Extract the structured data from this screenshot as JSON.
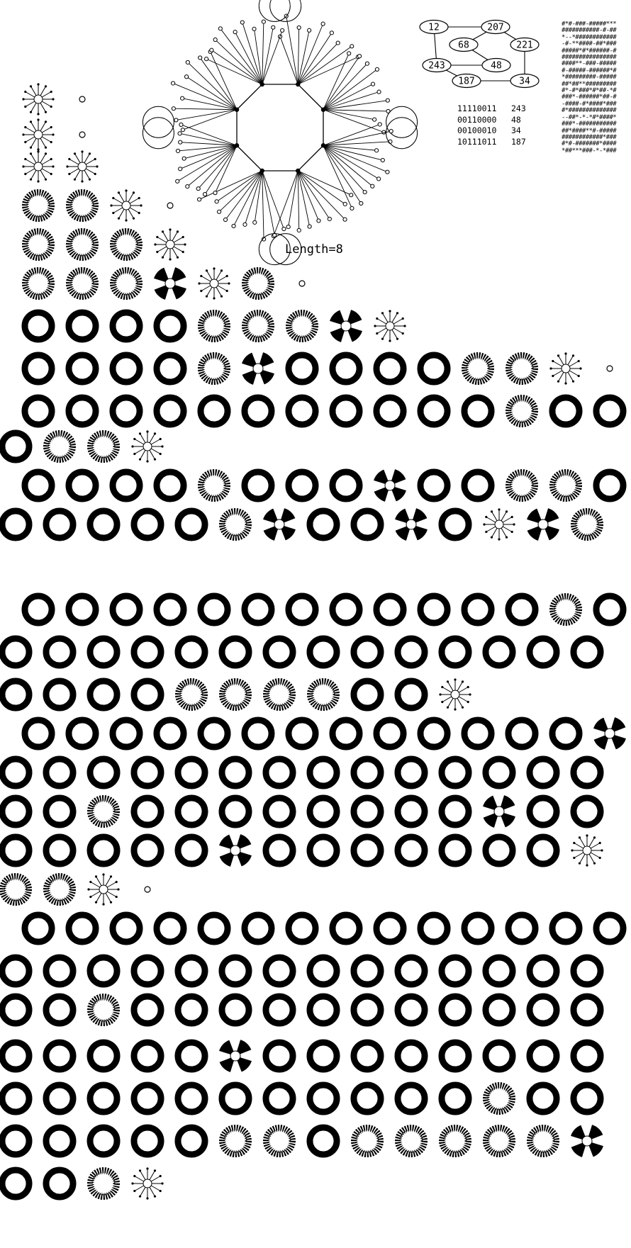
{
  "caption": "Length=8",
  "state_graph": {
    "nodes": [
      "12",
      "207",
      "68",
      "221",
      "243",
      "48",
      "187",
      "34"
    ]
  },
  "binary_legend": [
    {
      "bits": "11110011",
      "value": "243"
    },
    {
      "bits": "00110000",
      "value": "48"
    },
    {
      "bits": "00100010",
      "value": "34"
    },
    {
      "bits": "10111011",
      "value": "187"
    }
  ],
  "colors": {
    "ink": "#000000",
    "paper": "#ffffff"
  }
}
